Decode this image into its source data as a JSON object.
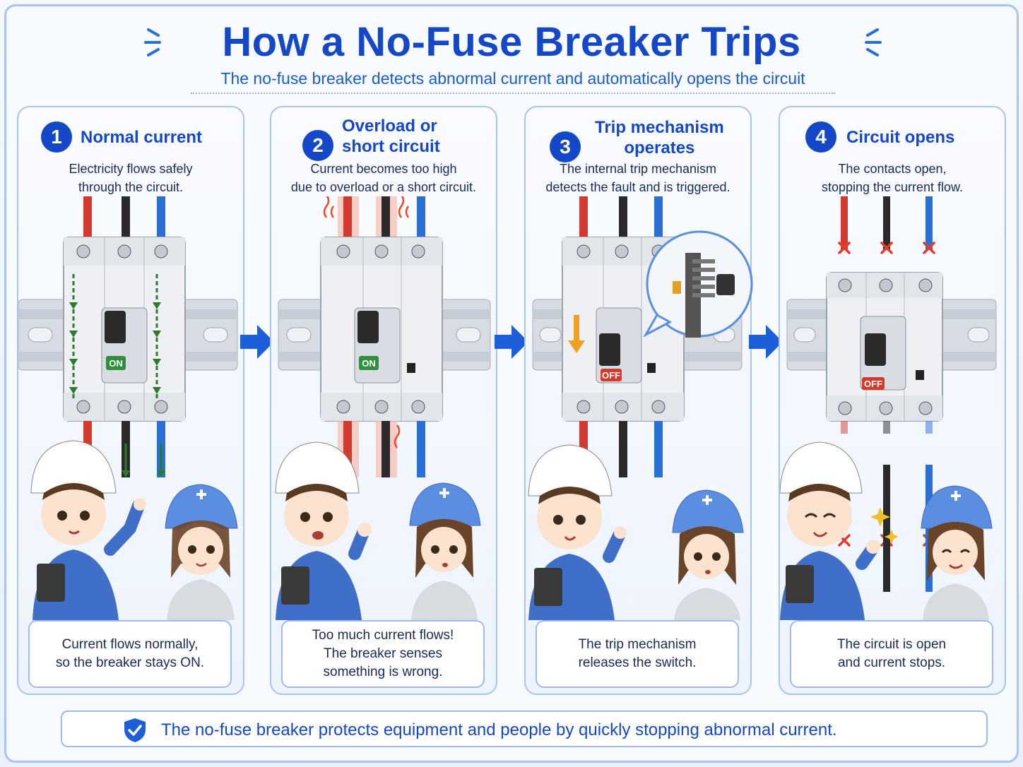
{
  "header": {
    "title": "How a No-Fuse Breaker Trips",
    "subtitle": "The no-fuse breaker detects abnormal current and automatically opens the circuit"
  },
  "steps": [
    {
      "number": "1",
      "title": "Normal current",
      "description": "Electricity flows safely\nthrough the circuit.",
      "switch_label": "ON",
      "speech": "Current flows normally,\nso the breaker stays ON."
    },
    {
      "number": "2",
      "title": "Overload or\nshort circuit",
      "description": "Current becomes too high\ndue to overload or a short circuit.",
      "switch_label": "ON",
      "speech": "Too much current flows!\nThe breaker senses\nsomething is wrong."
    },
    {
      "number": "3",
      "title": "Trip mechanism\noperates",
      "description": "The internal trip mechanism\ndetects the fault and is triggered.",
      "switch_label": "OFF",
      "speech": "The trip mechanism\nreleases the switch."
    },
    {
      "number": "4",
      "title": "Circuit opens",
      "description": "The contacts open,\nstopping the current flow.",
      "switch_label": "OFF",
      "speech": "The circuit is open\nand current stops."
    }
  ],
  "footer": {
    "text": "The no-fuse breaker protects equipment and people by quickly stopping abnormal current."
  },
  "colors": {
    "accent": "#1448c8",
    "wire_red": "#d43a30",
    "wire_black": "#2a2a2a",
    "wire_blue": "#2a6fd6",
    "on_green": "#2f8f3a",
    "off_red": "#d63a2a",
    "flow_arrow": "#2c7a2c",
    "trip_arrow": "#f0a020"
  }
}
